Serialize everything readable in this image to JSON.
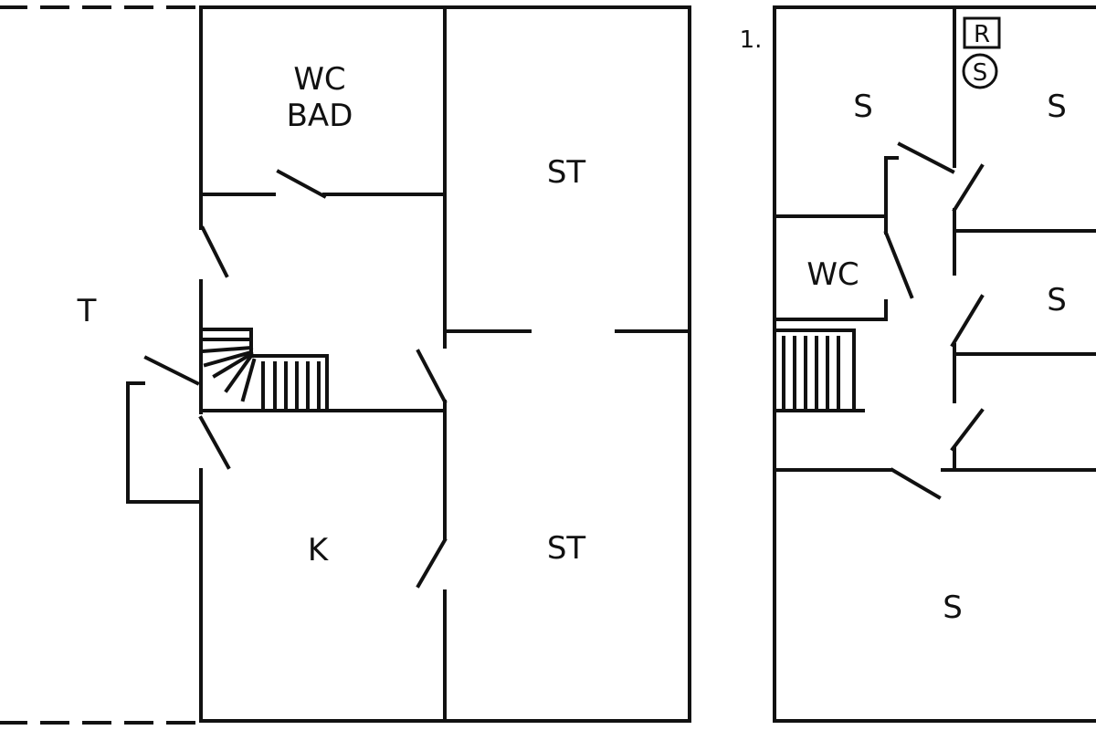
{
  "ground_floor": {
    "rooms": {
      "wc": "WC",
      "bath": "BAD",
      "living_top": "ST",
      "terrace": "T",
      "kitchen": "K",
      "living_bottom": "ST"
    }
  },
  "upper_floor": {
    "level_label": "1.",
    "symbols": {
      "r": "R",
      "s": "S"
    },
    "rooms": {
      "bedroom_top_left": "S",
      "bedroom_top_right": "S",
      "wc": "WC",
      "bedroom_mid_right": "S",
      "bedroom_bottom": "S"
    }
  }
}
